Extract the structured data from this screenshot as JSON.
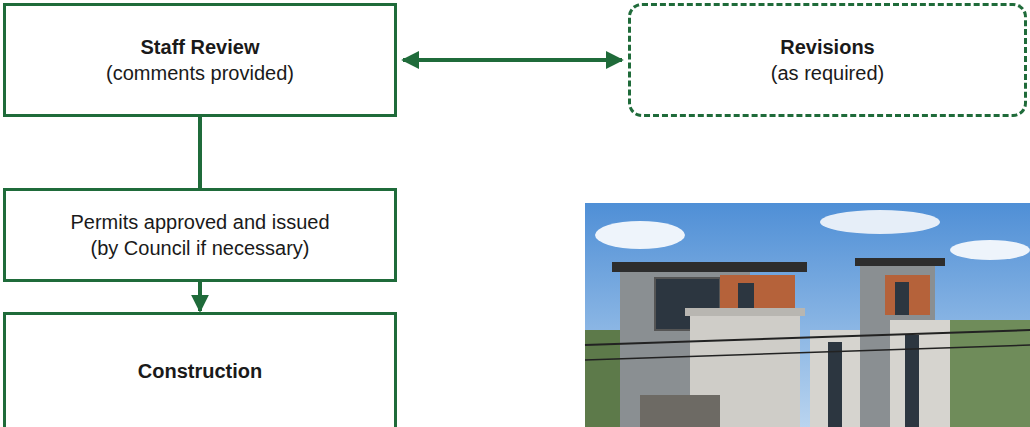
{
  "diagram": {
    "nodes": [
      {
        "text": [
          "Staff Review",
          "(comments provided)"
        ]
      },
      {
        "text": [
          "Revisions",
          "(as required)"
        ]
      },
      {
        "text": [
          "Permits approved and issued",
          "(by Council if necessary)"
        ]
      },
      {
        "text": [
          "Construction"
        ]
      }
    ],
    "edges": [
      {
        "from": 0,
        "to": 1,
        "arrow": "both"
      },
      {
        "from": 0,
        "to": 2,
        "arrow": "none"
      },
      {
        "from": 2,
        "to": 3,
        "arrow": "to"
      }
    ]
  }
}
